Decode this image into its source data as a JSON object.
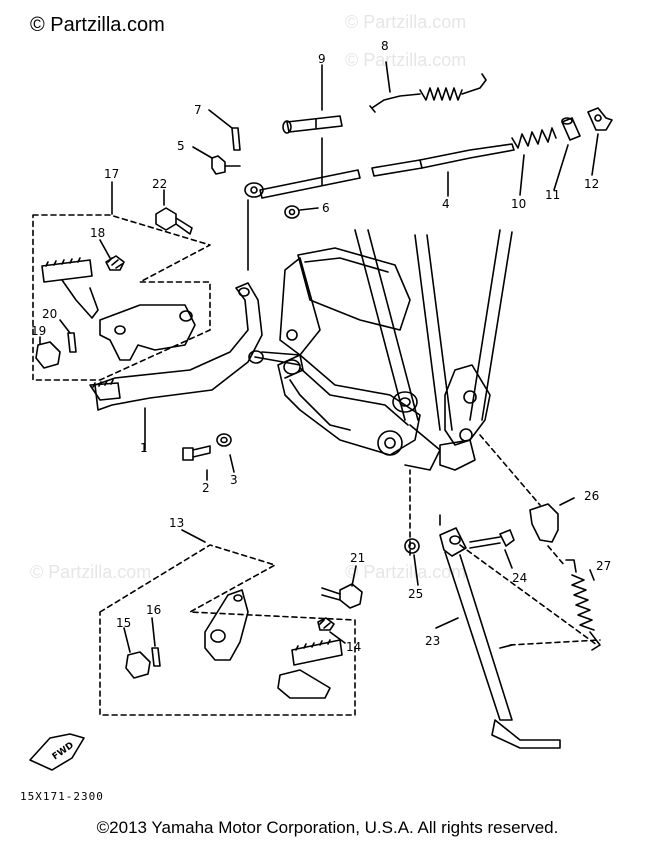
{
  "watermark": "© Partzilla.com",
  "faint_watermarks": [
    "© Partzilla.com",
    "© Partzilla.com",
    "© Partzilla.com",
    "© Partzilla.com"
  ],
  "part_code": "15X171-2300",
  "fwd_label": "FWD",
  "copyright": "©2013  Yamaha Motor Corporation, U.S.A. All rights reserved.",
  "callouts": [
    "1",
    "2",
    "3",
    "4",
    "5",
    "6",
    "7",
    "8",
    "9",
    "10",
    "11",
    "12",
    "13",
    "14",
    "15",
    "16",
    "17",
    "18",
    "19",
    "20",
    "21",
    "22",
    "23",
    "24",
    "25",
    "26",
    "27"
  ]
}
